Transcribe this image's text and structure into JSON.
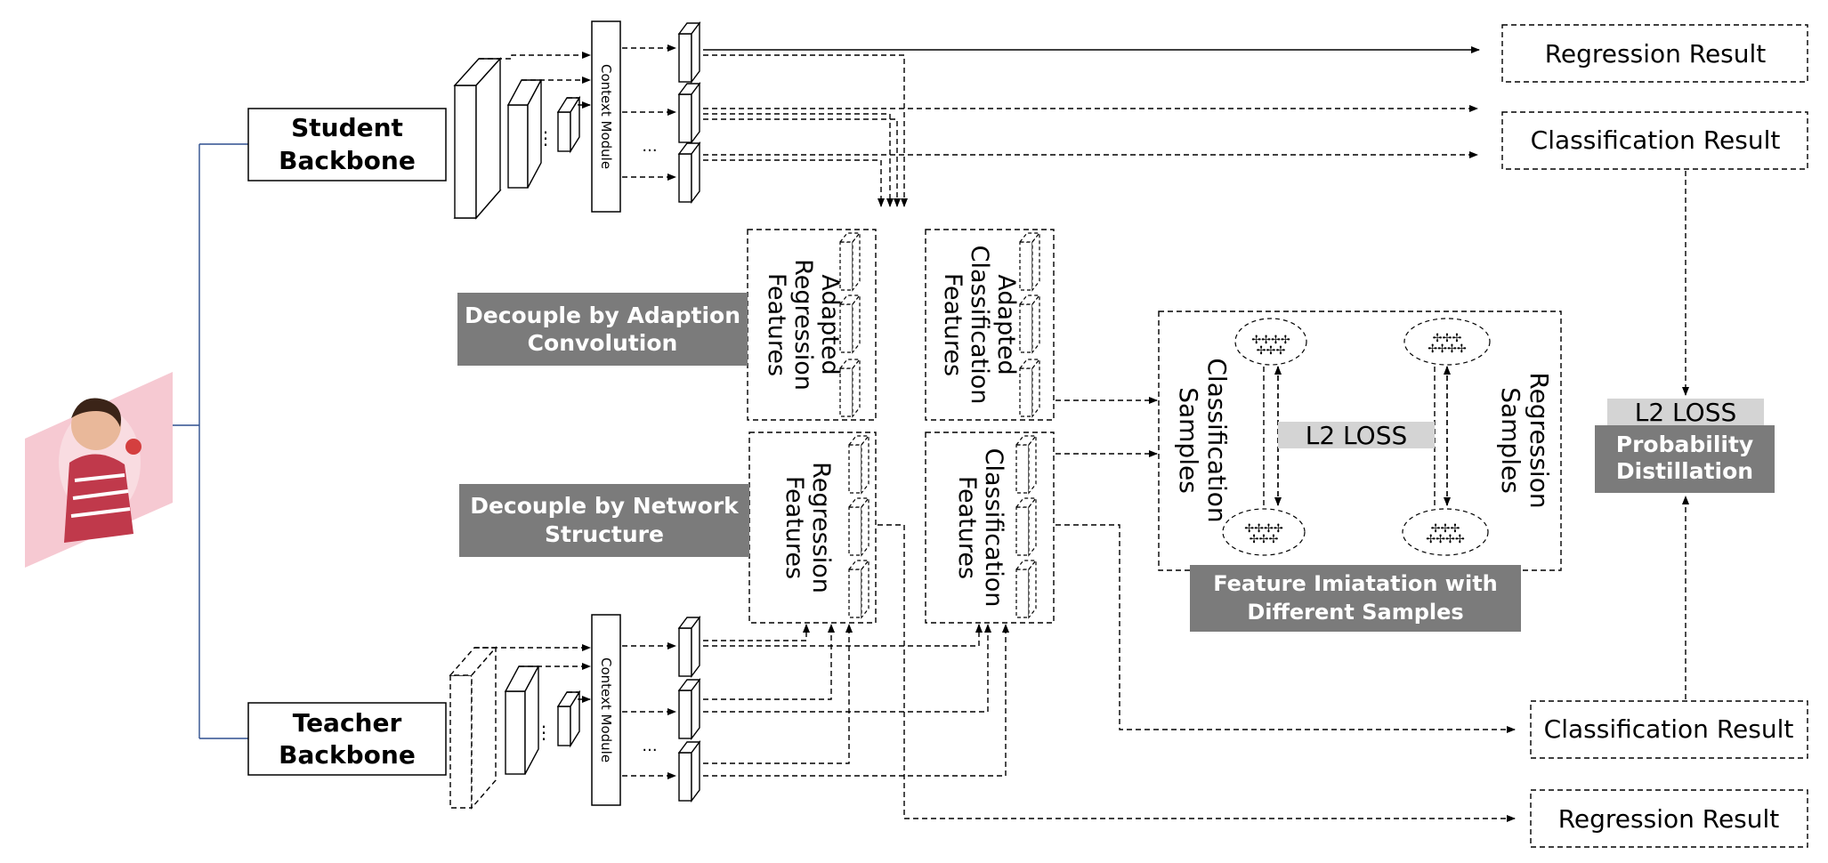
{
  "student": {
    "line1": "Student",
    "line2": "Backbone"
  },
  "teacher": {
    "line1": "Teacher",
    "line2": "Backbone"
  },
  "context_module": "Context Module",
  "ellipsis": "...",
  "vertical_ellipsis": "⋮",
  "outputs": {
    "student_regression": "Regression Result",
    "student_classification": "Classification Result",
    "teacher_classification": "Classification Result",
    "teacher_regression": "Regression Result"
  },
  "features": {
    "adapted_regression": [
      "Adapted",
      "Regression",
      "Features"
    ],
    "adapted_classification": [
      "Adapted",
      "Classification",
      "Features"
    ],
    "regression": [
      "Regression",
      "Features"
    ],
    "classification": [
      "Classification",
      "Features"
    ]
  },
  "decouple_adaption": [
    "Decouple by Adaption",
    "Convolution"
  ],
  "decouple_network": [
    "Decouple by Network",
    "Structure"
  ],
  "imitation": {
    "classification_samples": [
      "Classification",
      "Samples"
    ],
    "regression_samples": [
      "Regression",
      "Samples"
    ],
    "l2_loss": "L2 LOSS",
    "caption": [
      "Feature Imiatation with",
      "Different Samples"
    ]
  },
  "distillation": {
    "l2_loss": "L2 LOSS",
    "label": [
      "Probability",
      "Distillation"
    ]
  },
  "colors": {
    "label_fill": "#7b7b7b",
    "loss_fill": "#d4d4d4",
    "tree_line": "#2f4f8f",
    "image_bg": "#f6c9d2"
  }
}
